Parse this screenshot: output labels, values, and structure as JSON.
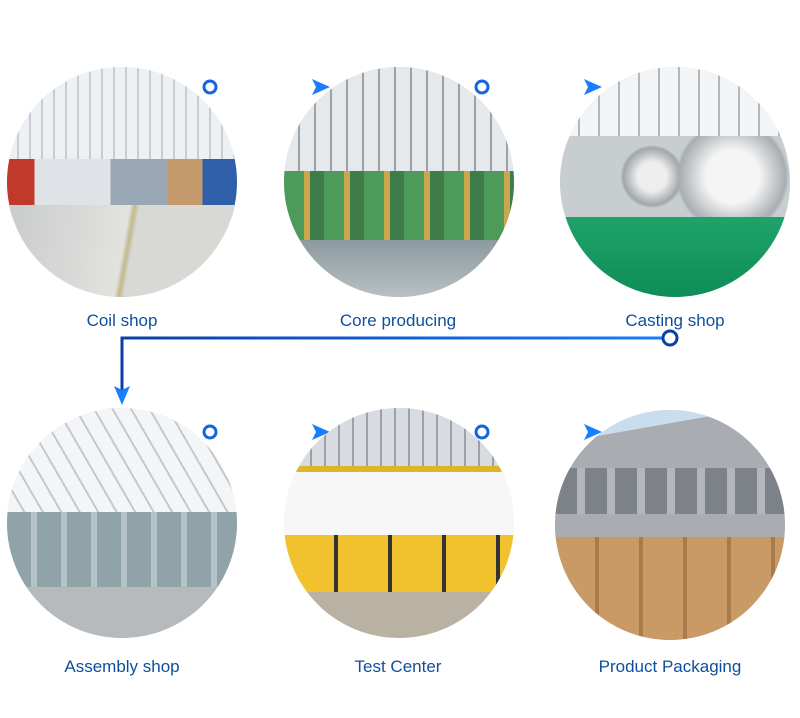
{
  "steps": [
    {
      "label": "Coil shop"
    },
    {
      "label": "Core producing"
    },
    {
      "label": "Casting shop"
    },
    {
      "label": "Assembly shop"
    },
    {
      "label": "Test Center"
    },
    {
      "label": "Product Packaging"
    }
  ],
  "colors": {
    "label": "#0d4f9e",
    "connector": "#1a6cf0",
    "connector_dark": "#0b3fa8"
  }
}
